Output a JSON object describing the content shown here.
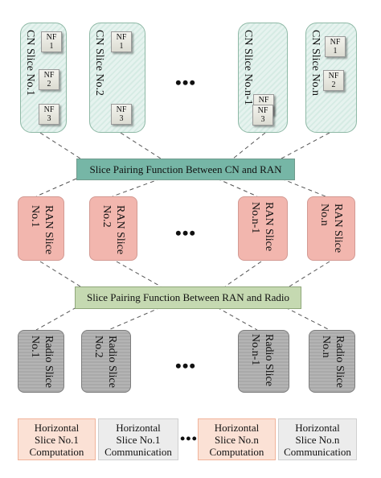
{
  "cn_slices": [
    {
      "label": "CN Slice No.1",
      "nfs": [
        "NF\n1",
        "NF\n2",
        "NF\n3"
      ]
    },
    {
      "label": "CN Slice No.2",
      "nfs": [
        "NF\n1",
        "NF\n3"
      ]
    },
    {
      "label": "CN Slice No.n-1",
      "nfs": [
        "NF\n2",
        "NF\n3"
      ]
    },
    {
      "label": "CN Slice No.n",
      "nfs": [
        "NF\n1",
        "NF\n2"
      ]
    }
  ],
  "ellipsis": "•••",
  "pairing": {
    "cn_ran": "Slice Pairing Function Between CN and RAN",
    "ran_radio": "Slice Pairing Function Between RAN and Radio"
  },
  "ran_slices": [
    "RAN Slice\nNo.1",
    "RAN Slice\nNo.2",
    "RAN Slice\nNo.n-1",
    "RAN Slice\nNo.n"
  ],
  "radio_slices": [
    "Radio Slice\nNo.1",
    "Radio Slice\nNo.2",
    "Radio Slice\nNo.n-1",
    "Radio Slice\nNo.n"
  ],
  "horizontal_slices": [
    {
      "line1": "Horizontal",
      "line2": "Slice No.1",
      "line3": "Computation"
    },
    {
      "line1": "Horizontal",
      "line2": "Slice No.1",
      "line3": "Communication"
    },
    {
      "line1": "Horizontal",
      "line2": "Slice No.n",
      "line3": "Computation"
    },
    {
      "line1": "Horizontal",
      "line2": "Slice No.n",
      "line3": "Communication"
    }
  ],
  "colors": {
    "cn_fill": "#e0f0ea",
    "pair_cn": "#76b6a6",
    "pair_radio": "#c5d9b1",
    "ran_fill": "#f2b6ae",
    "radio_fill": "#ababab",
    "hz_comp": "#fbe1d5",
    "hz_comm": "#ececec"
  }
}
